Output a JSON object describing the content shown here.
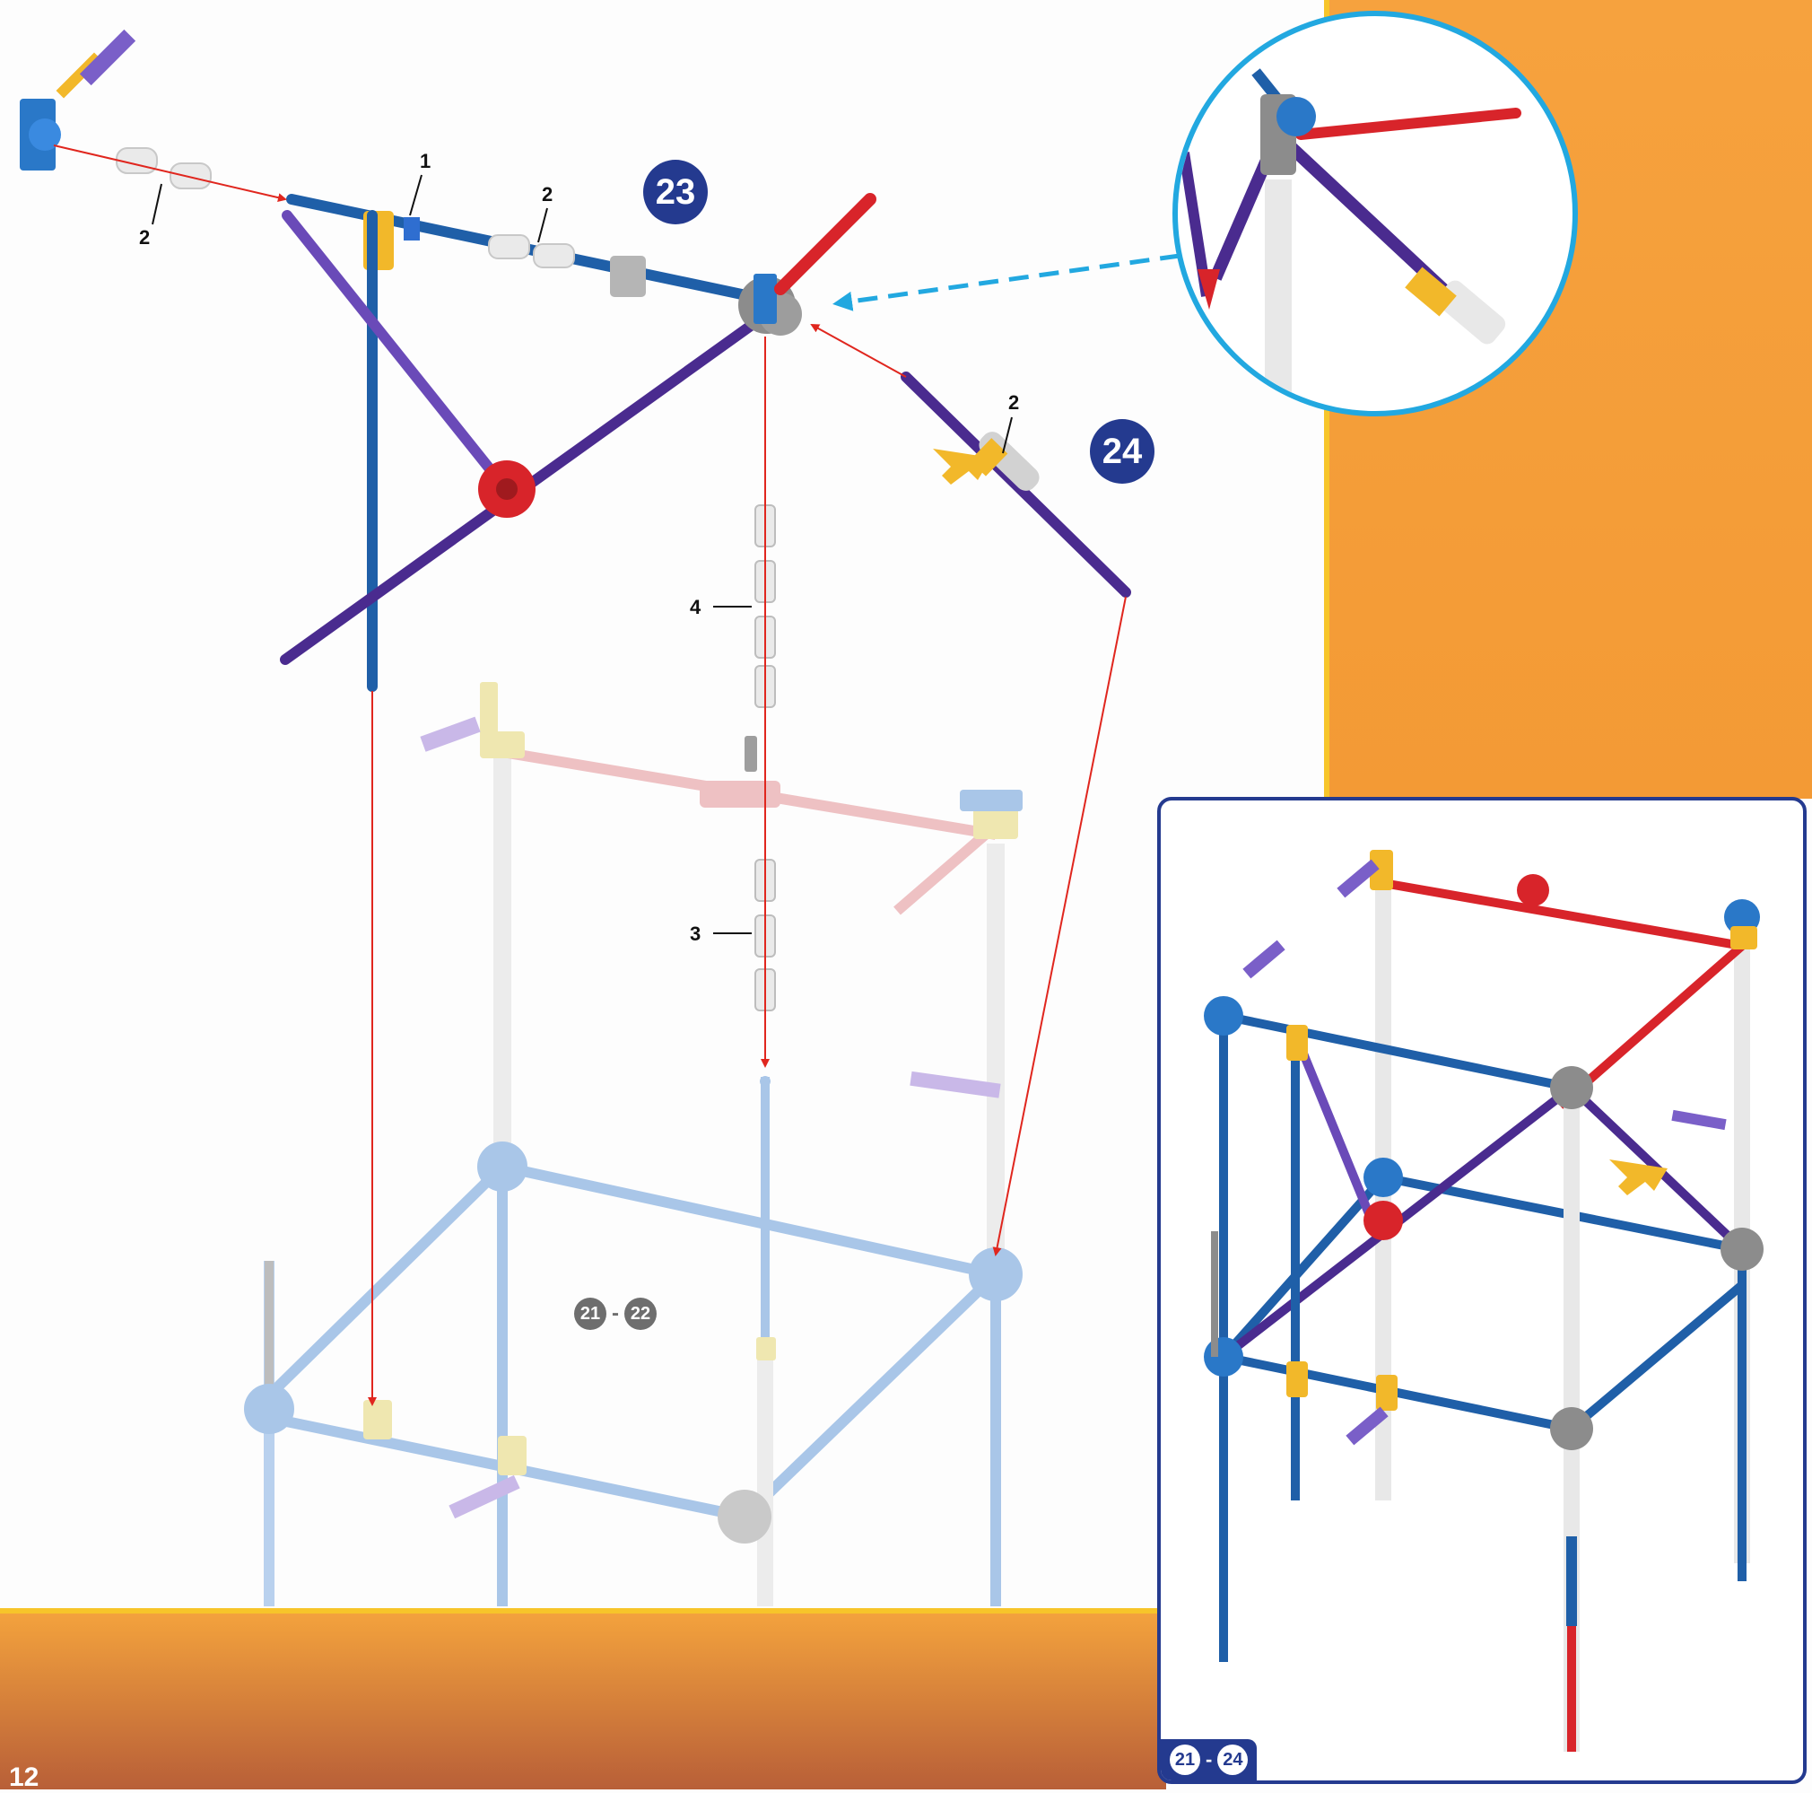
{
  "steps": {
    "step_23": "23",
    "step_24": "24"
  },
  "callouts": {
    "c_top_left_2": "2",
    "c_1": "1",
    "c_mid_2": "2",
    "c_step24_2": "2",
    "c_4": "4",
    "c_3": "3"
  },
  "references": {
    "main_from": "21",
    "main_to": "22",
    "separator": "-",
    "inset_from": "21",
    "inset_to": "24"
  },
  "page_number": "12",
  "colors": {
    "blue_rod": "#1f5fa8",
    "purple_rod": "#4a2b8f",
    "red_rod": "#d8242a",
    "yellow_connector": "#f2b82a",
    "grey_connector": "#8c8c8c",
    "white_rod": "#e8e8e8",
    "faded_blue": "#a9c6e8",
    "faded_pink": "#eec1c3",
    "faded_yellow": "#efe7b0",
    "accent_orange": "#f39a35",
    "badge_navy": "#243a8f",
    "arrow_red": "#e0261e",
    "arrow_cyan": "#22a8e0"
  }
}
